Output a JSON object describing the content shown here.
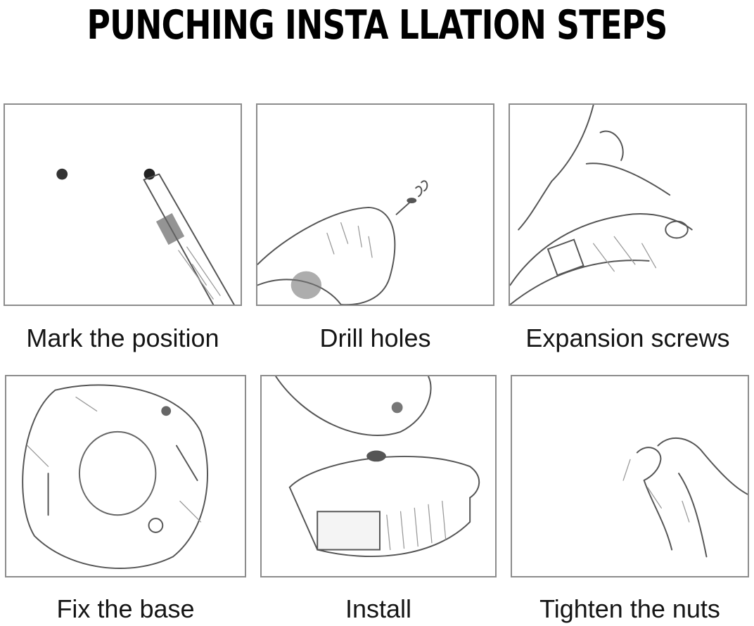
{
  "title": "PUNCHING INSTA LLATION STEPS",
  "steps": [
    {
      "caption": "Mark the position",
      "icon": "pen-marker-icon"
    },
    {
      "caption": "Drill holes",
      "icon": "drill-icon"
    },
    {
      "caption": "Expansion screws",
      "icon": "expansion-screw-icon"
    },
    {
      "caption": "Fix the base",
      "icon": "base-plate-icon"
    },
    {
      "caption": "Install",
      "icon": "install-fixture-icon"
    },
    {
      "caption": "Tighten the nuts",
      "icon": "hand-tighten-icon"
    }
  ]
}
